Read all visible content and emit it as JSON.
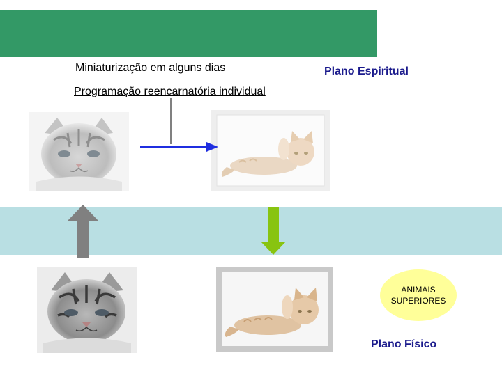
{
  "labels": {
    "miniaturization": "Miniaturização em alguns dias",
    "programming": "Programação reencarnatória individual",
    "spiritual_plane": "Plano Espiritual",
    "physical_plane": "Plano Físico",
    "ellipse_line1": "ANIMAIS",
    "ellipse_line2": "SUPERIORES"
  },
  "colors": {
    "green_band": "#339966",
    "blue_band": "#b9dfe3",
    "ellipse_fill": "#ffff99",
    "blue_arrow": "#1f2ee0",
    "green_arrow": "#88c410",
    "gray_arrow": "#808080",
    "label_blue": "#1a1a8c"
  },
  "images": [
    {
      "name": "kitten-photo-top-left",
      "subject": "tabby kitten face (faded)"
    },
    {
      "name": "cat-photo-top-right",
      "subject": "cream cat lying on side (faded)"
    },
    {
      "name": "kitten-photo-bottom-left",
      "subject": "tabby kitten face"
    },
    {
      "name": "cat-photo-bottom-middle",
      "subject": "cream cat lying on side"
    }
  ]
}
